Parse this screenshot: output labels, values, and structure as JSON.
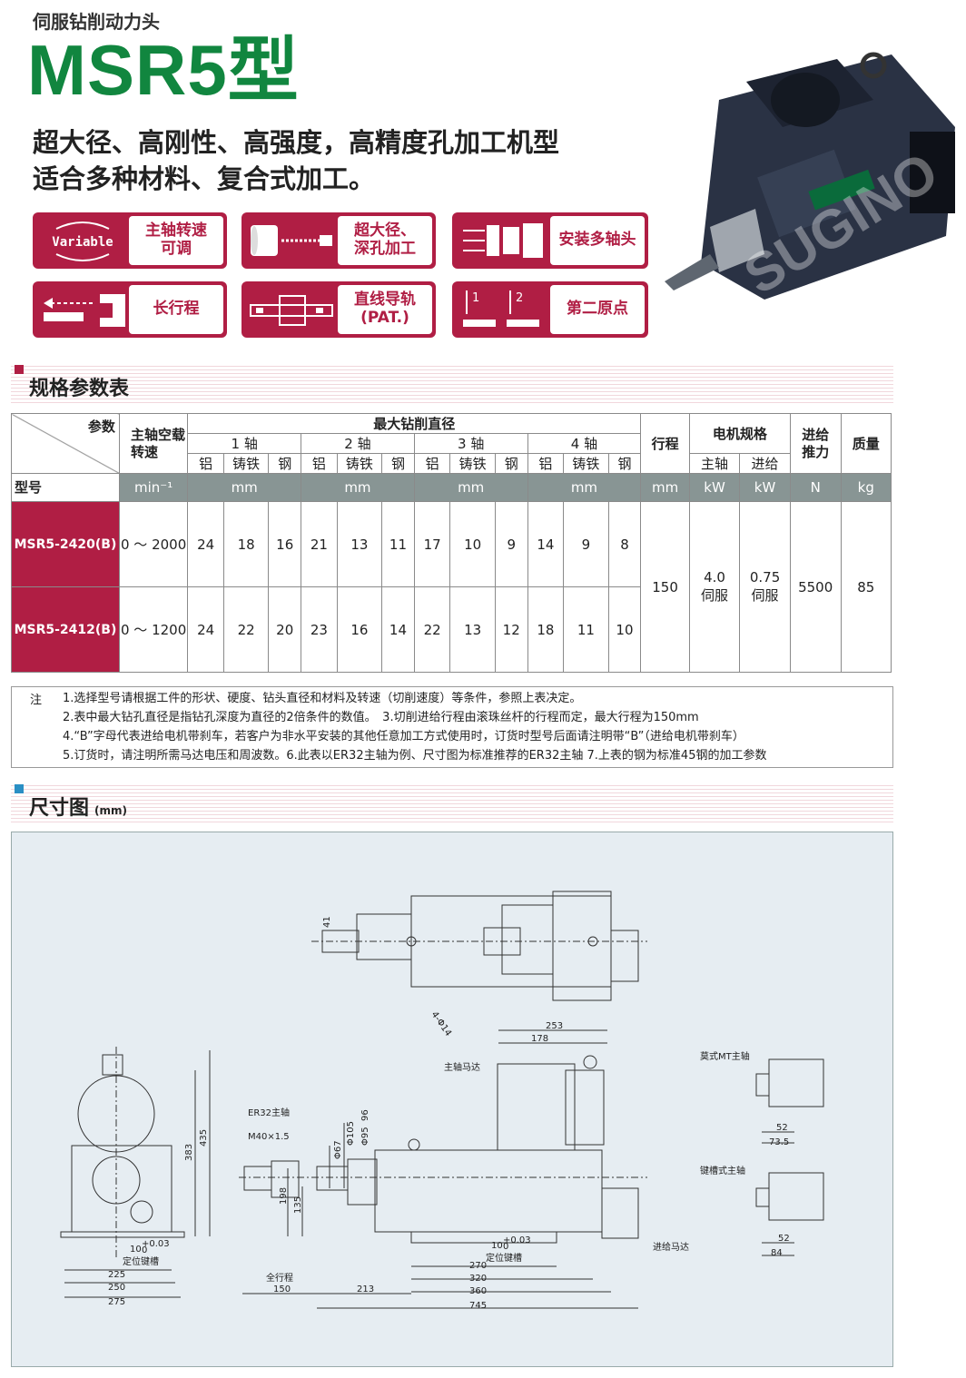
{
  "header": {
    "subtitle": "伺服钻削动力头",
    "model": "MSR5型",
    "tagline_1": "超大径、高刚性、高强度，高精度孔加工机型",
    "tagline_2": "适合多种材料、复合式加工。",
    "brand_watermark": "SUGINO"
  },
  "features": [
    {
      "icon": "variable-speed-icon",
      "icon_text": "Variable",
      "label": "主轴转速\n可调"
    },
    {
      "icon": "large-drill-icon",
      "label": "超大径、\n深孔加工"
    },
    {
      "icon": "multi-spindle-icon",
      "label": "安装多轴头"
    },
    {
      "icon": "long-stroke-icon",
      "label": "长行程"
    },
    {
      "icon": "linear-guide-icon",
      "label": "直线导轨\n(PAT.)"
    },
    {
      "icon": "second-origin-icon",
      "icon_text_1": "1",
      "icon_text_2": "2",
      "label": "第二原点"
    }
  ],
  "spec_section": {
    "title": "规格参数表",
    "color": "#b01e44"
  },
  "spec_table": {
    "corner_top": "参数",
    "corner_bottom": "型号",
    "col_speed": "主轴空载转速",
    "col_max_dia": "最大钻削直径",
    "axes": [
      "1 轴",
      "2 轴",
      "3 轴",
      "4 轴"
    ],
    "materials": [
      "铝",
      "铸铁",
      "钢"
    ],
    "col_stroke": "行程",
    "col_motor": "电机规格",
    "motor_sub": [
      "主轴",
      "进给"
    ],
    "col_thrust": "进给推力",
    "col_mass": "质量",
    "units": {
      "speed": "min⁻¹",
      "dia": "mm",
      "stroke": "mm",
      "spindle": "kW",
      "feed": "kW",
      "thrust": "N",
      "mass": "kg"
    },
    "rows": [
      {
        "model": "MSR5-2420(B)",
        "speed": "0 ～ 2000",
        "dia": [
          "24",
          "18",
          "16",
          "21",
          "13",
          "11",
          "17",
          "10",
          "9",
          "14",
          "9",
          "8"
        ]
      },
      {
        "model": "MSR5-2412(B)",
        "speed": "0 ～ 1200",
        "dia": [
          "24",
          "22",
          "20",
          "23",
          "16",
          "14",
          "22",
          "13",
          "12",
          "18",
          "11",
          "10"
        ]
      }
    ],
    "shared": {
      "stroke": "150",
      "spindle_kw": "4.0",
      "spindle_type": "伺服",
      "feed_kw": "0.75",
      "feed_type": "伺服",
      "thrust": "5500",
      "mass": "85"
    }
  },
  "notes": {
    "label": "注",
    "lines": [
      "1.选择型号请根据工件的形状、硬度、钻头直径和材料及转速（切削速度）等条件，参照上表决定。",
      "2.表中最大钻孔直径是指钻孔深度为直径的2倍条件的数值。　3.切削进给行程由滚珠丝杆的行程而定，最大行程为150mm",
      "4.“B”字母代表进给电机带刹车，若客户为非水平安装的其他任意加工方式使用时，订货时型号后面请注明带“B”（进给电机带刹车）",
      "5.订货时，请注明所需马达电压和周波数。6.此表以ER32主轴为例、尺寸图为标准推荐的ER32主轴 7.上表的钢为标准45钢的加工参数"
    ]
  },
  "dim_section": {
    "title": "尺寸图",
    "unit": "(mm)",
    "color": "#2a8fc4"
  },
  "drawing_labels": {
    "d41": "41",
    "d4phi14": "4-Φ14",
    "d253": "253",
    "d178": "178",
    "spindle_motor": "主轴马达",
    "mt_spindle": "莫式MT主轴",
    "d52a": "52",
    "d73_5": "73.5",
    "er32": "ER32主轴",
    "m40": "M40×1.5",
    "phi67": "Φ67",
    "phi105": "Φ105",
    "phi95": "Φ95",
    "d96": "96",
    "d383": "383",
    "d435": "435",
    "d198": "198",
    "d135": "135",
    "key_spindle": "键槽式主轴",
    "d52b": "52",
    "d84": "84",
    "feed_motor": "进给马达",
    "d10a": "10",
    "tol_a": "+0.03",
    "tol_a0": "0",
    "keyway_a": "定位键槽",
    "d225": "225",
    "d250": "250",
    "d275": "275",
    "full_stroke": "全行程",
    "d150": "150",
    "d213": "213",
    "d10b": "10",
    "tol_b": "+0.03",
    "tol_b0": "0",
    "keyway_b": "定位键槽",
    "d270": "270",
    "d320": "320",
    "d360": "360",
    "d745": "745"
  }
}
